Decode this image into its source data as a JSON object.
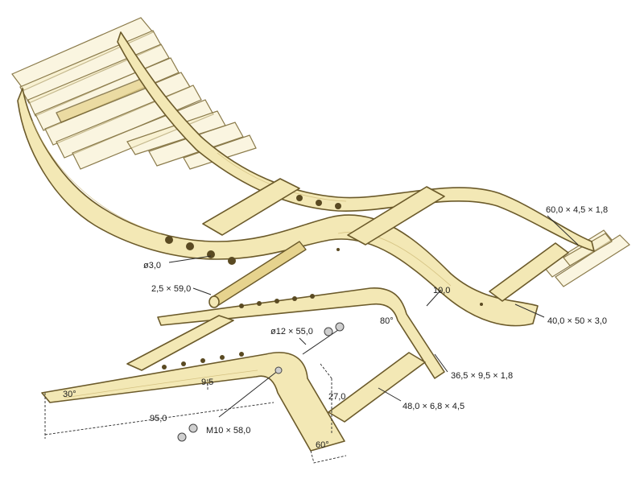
{
  "labels": {
    "slat_dim": "60,0 × 4,5 × 1,8",
    "hole_dia": "ø3,0",
    "dowel_dim": "2,5 × 59,0",
    "rail_width": "10,0",
    "side_rail_dim": "40,0 × 50 × 3,0",
    "bolt_dim": "ø12 × 55,0",
    "angle_top": "80°",
    "leg_dim": "36,5 × 9,5 × 1,8",
    "spacing_95": "9,5",
    "height_27": "27,0",
    "crossbar_dim": "48,0 × 6,8 × 4,5",
    "angle_foot": "30°",
    "length_95": "95,0",
    "screw_dim": "M10 × 58,0",
    "angle_bottom": "60°"
  },
  "colors": {
    "wood": "#f3e8b5",
    "outline": "#6b5a2a"
  }
}
